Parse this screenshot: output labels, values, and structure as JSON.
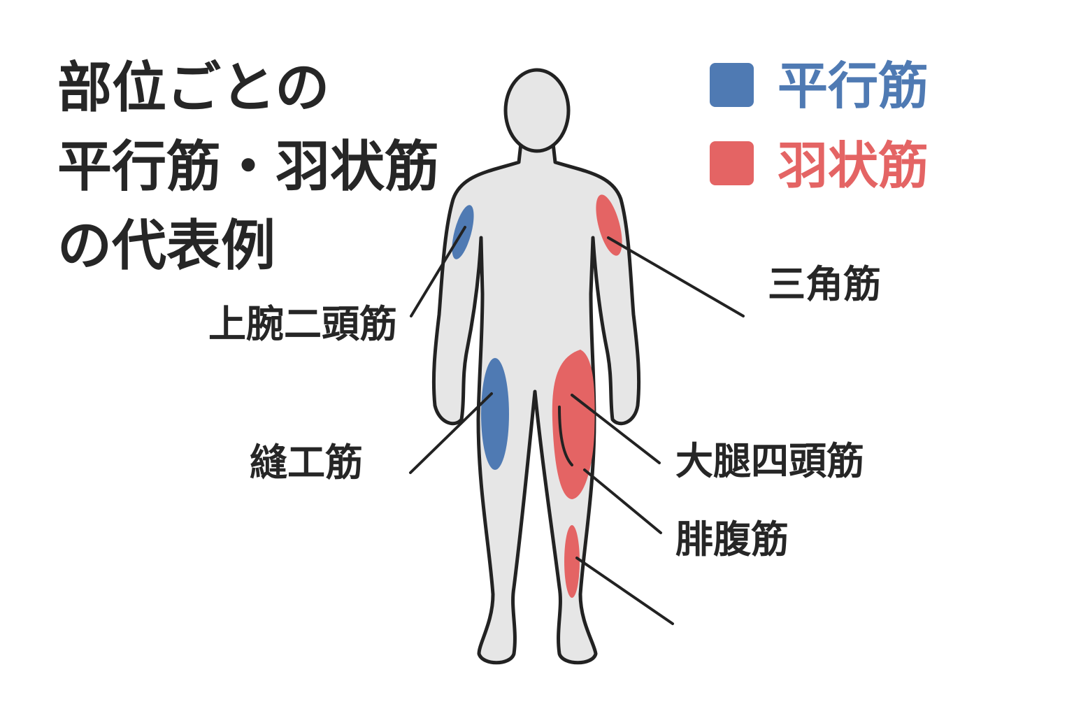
{
  "title": {
    "line1": "部位ごとの",
    "line2": "平行筋・羽状筋",
    "line3": "の代表例"
  },
  "legend": {
    "parallel": {
      "label": "平行筋",
      "color": "#4f7ab3"
    },
    "pennate": {
      "label": "羽状筋",
      "color": "#e46464"
    }
  },
  "labels": {
    "biceps": "上腕二頭筋",
    "deltoid": "三角筋",
    "sartorius": "縫工筋",
    "quadriceps": "大腿四頭筋",
    "gastrocnemius": "腓腹筋"
  }
}
